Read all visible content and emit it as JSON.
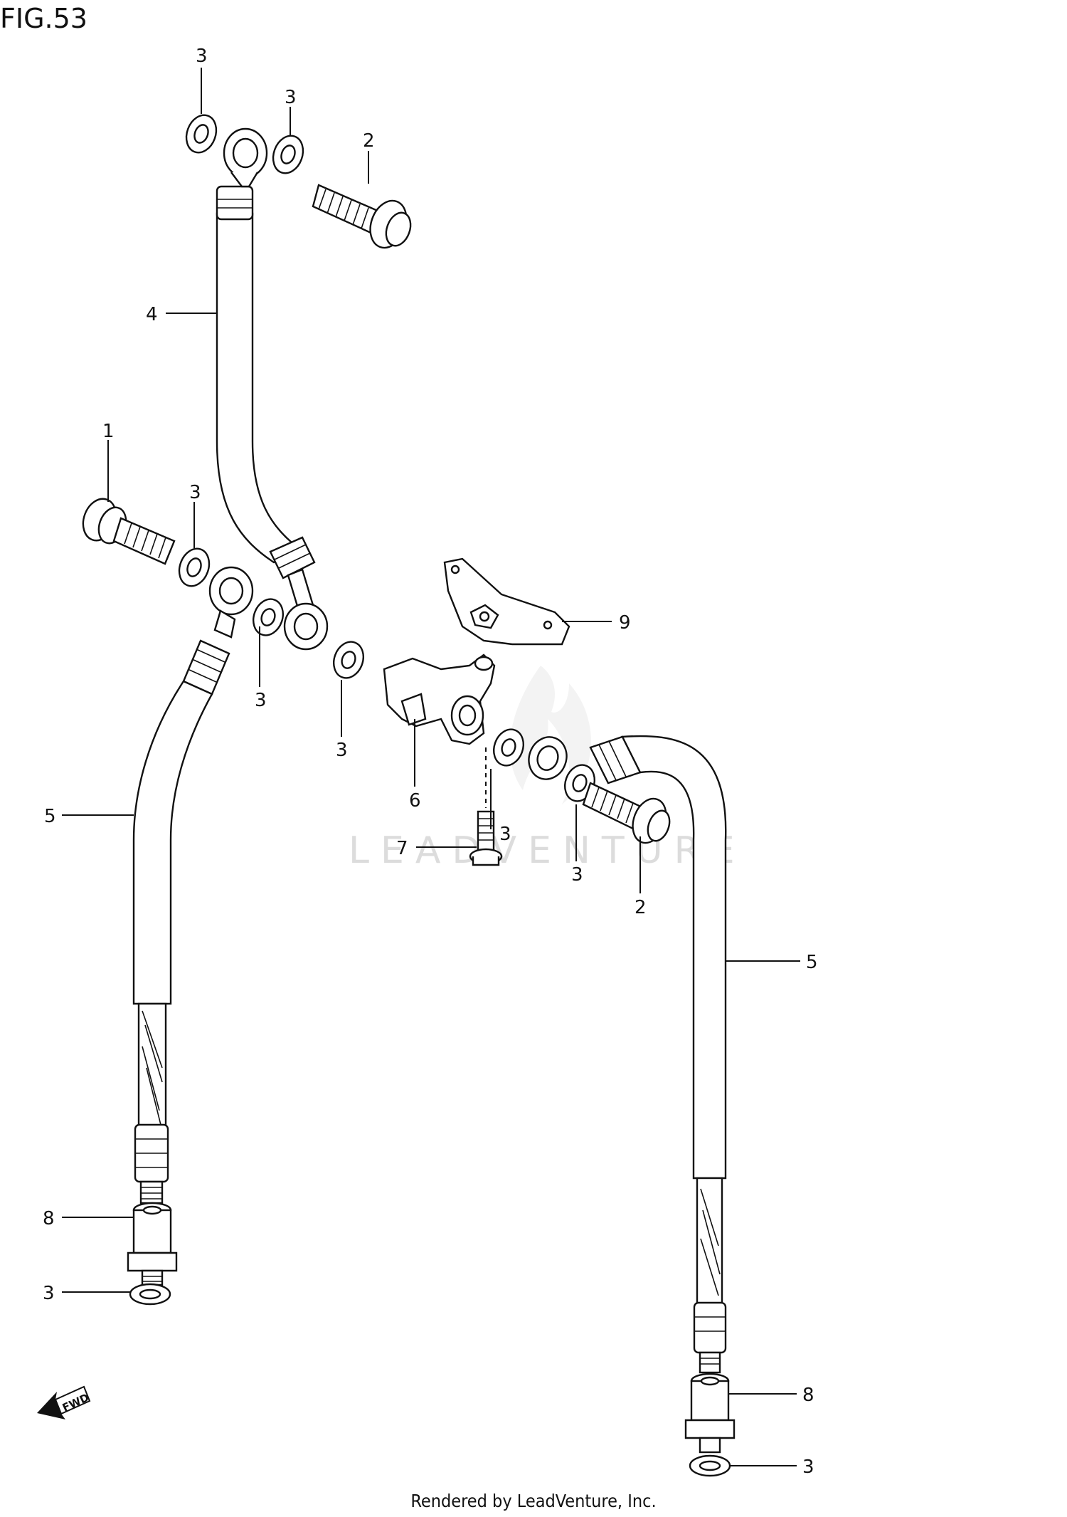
{
  "figure": {
    "title": "FIG.53",
    "footer": "Rendered by LeadVenture, Inc.",
    "watermark": "LEADVENTURE",
    "fwd_label": "FWD"
  },
  "callouts": {
    "c3_top_left": "3",
    "c3_top_mid": "3",
    "c2_top": "2",
    "c4": "4",
    "c1": "1",
    "c3_mid_left": "3",
    "c9": "9",
    "c3_a": "3",
    "c3_b": "3",
    "c6": "6",
    "c3_c": "3",
    "c3_d": "3",
    "c5_left": "5",
    "c7": "7",
    "c2_right": "2",
    "c5_right": "5",
    "c8_left": "8",
    "c3_bottom_left": "3",
    "c8_right": "8",
    "c3_bottom_right": "3"
  }
}
